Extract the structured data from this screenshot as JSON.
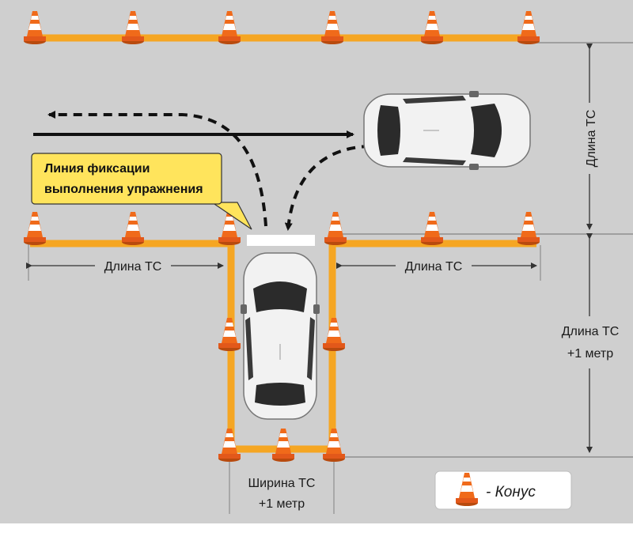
{
  "callout": {
    "line1": "Линия фиксации",
    "line2": "выполнения упражнения"
  },
  "labels": {
    "length_top_right": "Длина ТС",
    "length_left": "Длина ТС",
    "length_mid_right": "Длина ТС",
    "length_plus_line1": "Длина ТС",
    "length_plus_line2": "+1 метр",
    "width_line1": "Ширина ТС",
    "width_line2": "+1 метр"
  },
  "legend": {
    "text": "- Конус"
  },
  "colors": {
    "asphalt": "#cfcfcf",
    "line": "#f5a623",
    "cone_orange": "#f06a1a",
    "cone_white": "#ffffff",
    "callout_bg": "#ffe45c",
    "car_body": "#f2f2f2",
    "glass": "#2b2b2b"
  }
}
